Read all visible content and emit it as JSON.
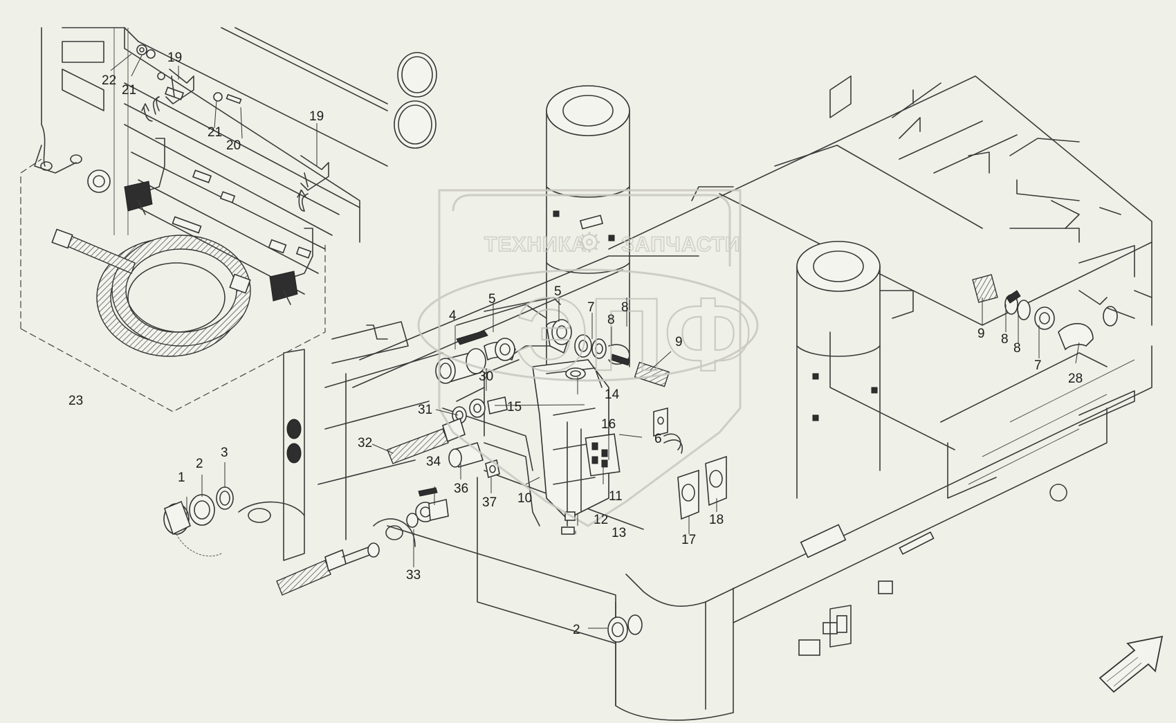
{
  "watermark": {
    "text_left": "ТЕХНИКА",
    "text_right": "ЗАПЧАСТИ",
    "logo_letters": "ЭПФ"
  },
  "callouts": [
    "1",
    "2",
    "3",
    "4",
    "5",
    "5",
    "6",
    "7",
    "7",
    "8",
    "8",
    "8",
    "8",
    "9",
    "9",
    "10",
    "11",
    "12",
    "13",
    "14",
    "15",
    "16",
    "17",
    "18",
    "19",
    "19",
    "20",
    "21",
    "21",
    "22",
    "23",
    "28",
    "30",
    "31",
    "32",
    "33",
    "34",
    "36",
    "37",
    "2"
  ],
  "icons": {
    "direction_arrow": "front-direction-arrow-icon",
    "watermark_gear": "gear-icon"
  }
}
